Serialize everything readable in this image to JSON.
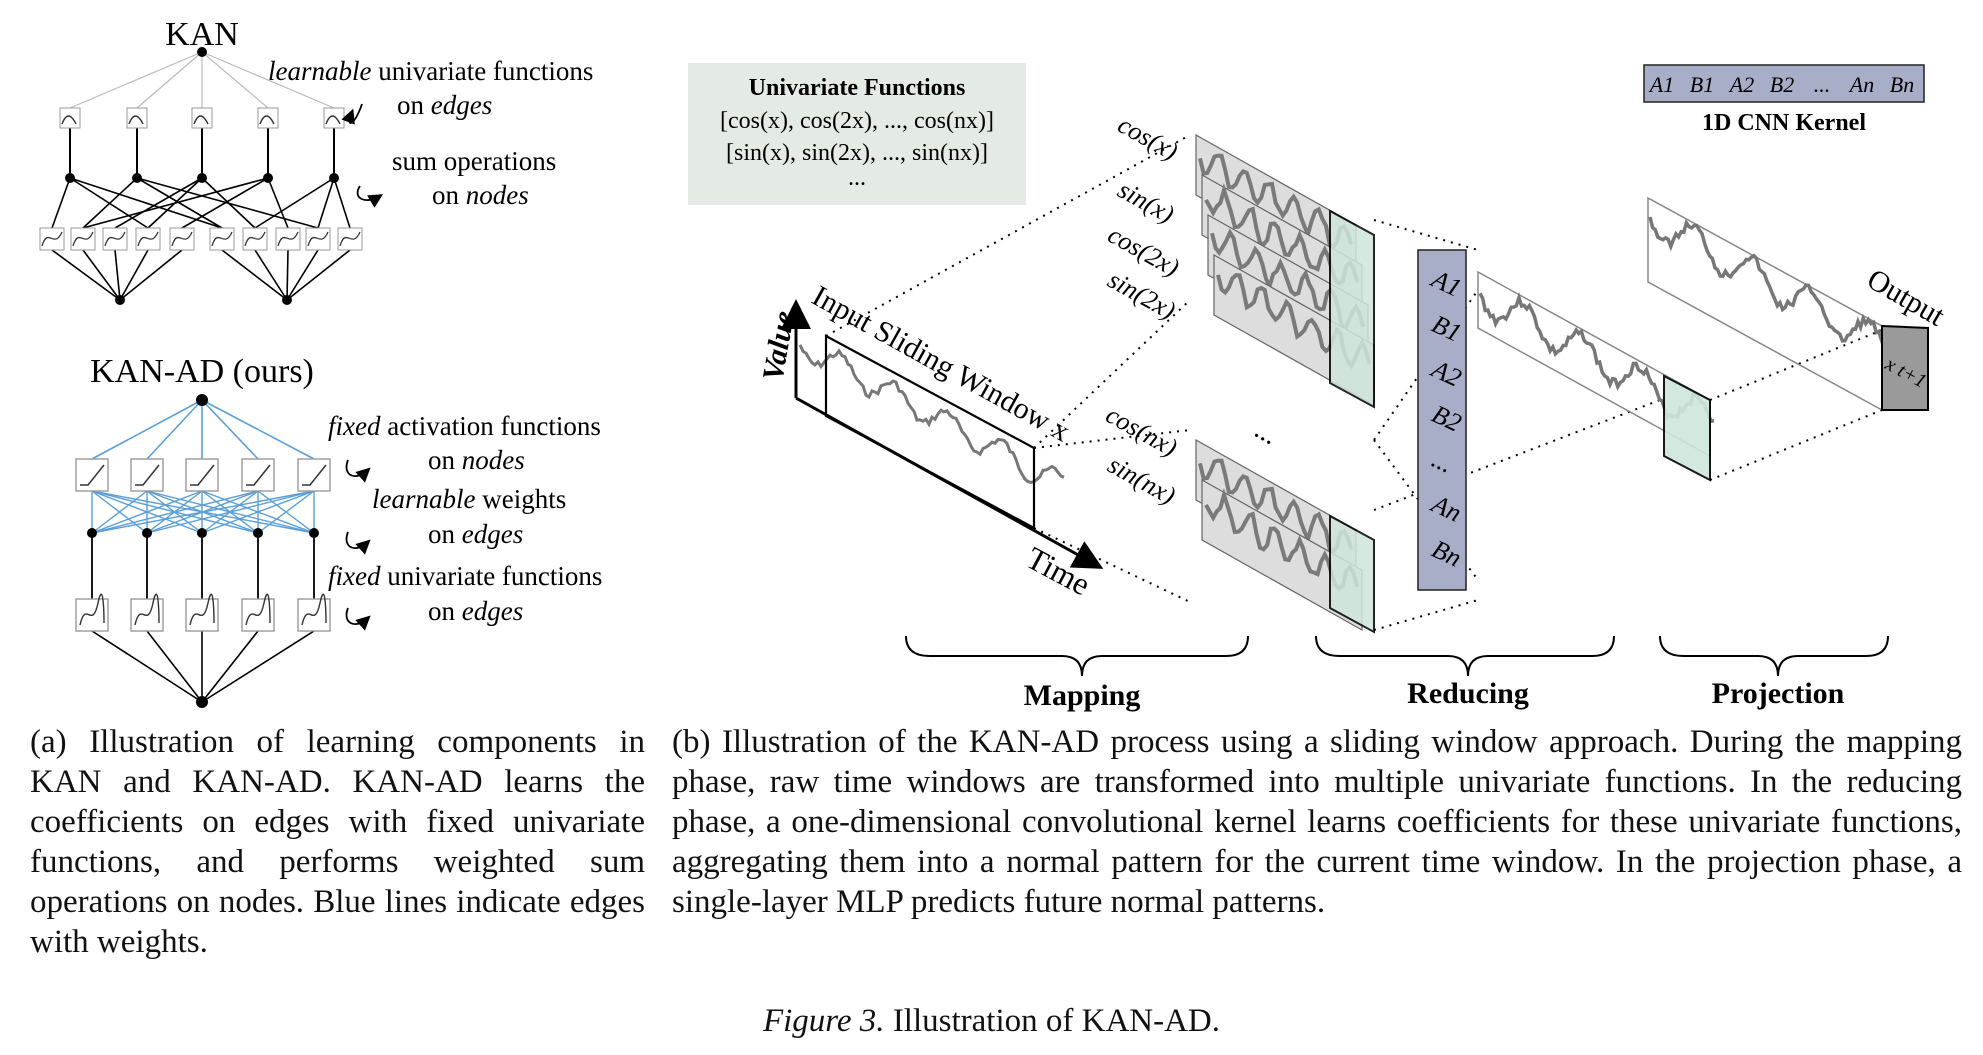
{
  "panel_a": {
    "kan_title": "KAN",
    "kan_label_1_em": "learnable",
    "kan_label_1_rest": " univariate functions",
    "kan_label_2_pre": "on ",
    "kan_label_2_em": "edges",
    "kan_label_3": "sum operations",
    "kan_label_4_pre": "on ",
    "kan_label_4_em": "nodes",
    "kanad_title": "KAN-AD (ours)",
    "kanad_label_1_em": "fixed",
    "kanad_label_1_rest": " activation functions",
    "kanad_label_2_pre": "on ",
    "kanad_label_2_em": "nodes",
    "kanad_label_3_em": "learnable",
    "kanad_label_3_rest": " weights",
    "kanad_label_4_pre": "on ",
    "kanad_label_4_em": "edges",
    "kanad_label_5_em": "fixed",
    "kanad_label_5_rest": " univariate functions",
    "kanad_label_6_pre": "on ",
    "kanad_label_6_em": "edges"
  },
  "panel_b": {
    "univariate_title": "Univariate Functions",
    "univariate_cos": "[cos(x), cos(2x), ..., cos(nx)]",
    "univariate_sin": "[sin(x), sin(2x), ..., sin(nx)]",
    "univariate_dots": "...",
    "kernel_items": [
      "A1",
      "B1",
      "A2",
      "B2",
      "...",
      "An",
      "Bn"
    ],
    "kernel_label": "1D CNN Kernel",
    "axis_value": "Value",
    "axis_time": "Time",
    "window_label": "Input Sliding Window x",
    "function_labels": [
      "cos(x)",
      "sin(x)",
      "cos(2x)",
      "sin(2x)",
      "cos(nx)",
      "sin(nx)"
    ],
    "middle_dots": "...",
    "coefficients": [
      "A1",
      "B1",
      "A2",
      "B2",
      "...",
      "An",
      "Bn"
    ],
    "output_label": "Output",
    "output_value": "x t+1",
    "phases": [
      "Mapping",
      "Reducing",
      "Projection"
    ]
  },
  "captions": {
    "a": "(a) Illustration of learning components in KAN and KAN-AD. KAN-AD learns the coefficients on edges with fixed univariate functions, and performs weighted sum operations on nodes. Blue lines indicate edges with weights.",
    "b": "(b) Illustration of the KAN-AD process using a sliding window approach. During the mapping phase, raw time windows are transformed into multiple univariate functions. In the reducing phase, a one-dimensional convolutional kernel learns coefficients for these univariate functions, aggregating them into a normal pattern for the current time window. In the projection phase, a single-layer MLP predicts future normal patterns.",
    "figure_label": "Figure 3.",
    "figure_title": " Illustration of KAN-AD."
  },
  "colors": {
    "blue_edges": "#5a9fd8",
    "kernel_fill": "#a9aec8",
    "univariate_box": "#e4ebe5",
    "highlight_green": "#cfe6dc",
    "output_gray": "#9a9a9a",
    "signal_gray": "#7a7a7a"
  }
}
